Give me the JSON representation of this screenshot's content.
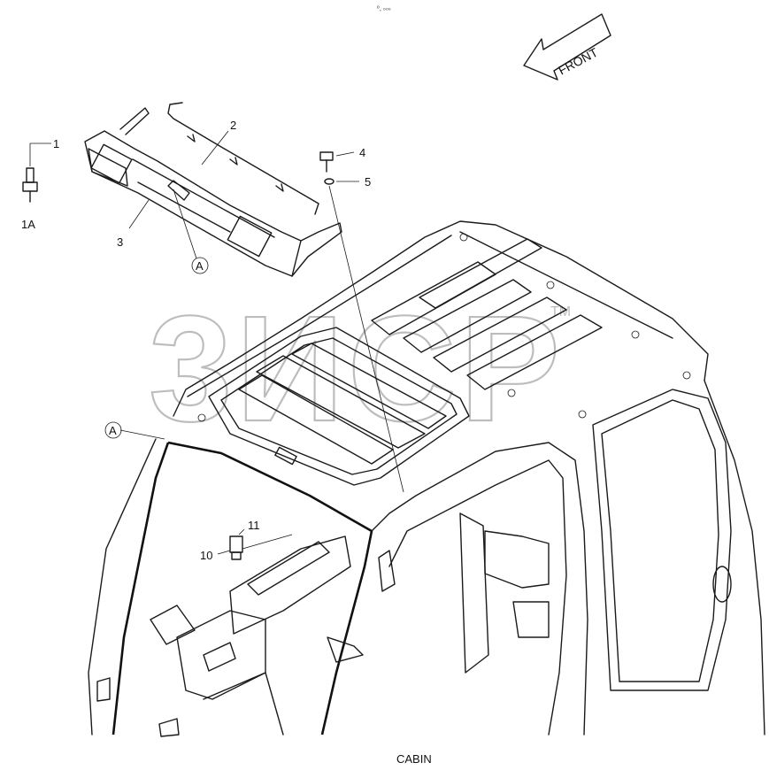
{
  "front_arrow_label": "FRONT",
  "caption": "CABIN",
  "watermark": "3ИСР",
  "watermark_tm": "TM",
  "callouts": {
    "c1": "1",
    "c1a": "1A",
    "c2": "2",
    "c3": "3",
    "c4": "4",
    "c5": "5",
    "c10": "10",
    "c11": "11",
    "detail_a_top": "A",
    "detail_a_cabin": "A"
  },
  "top_mark": "ᵒ˳ ₀₀₀"
}
